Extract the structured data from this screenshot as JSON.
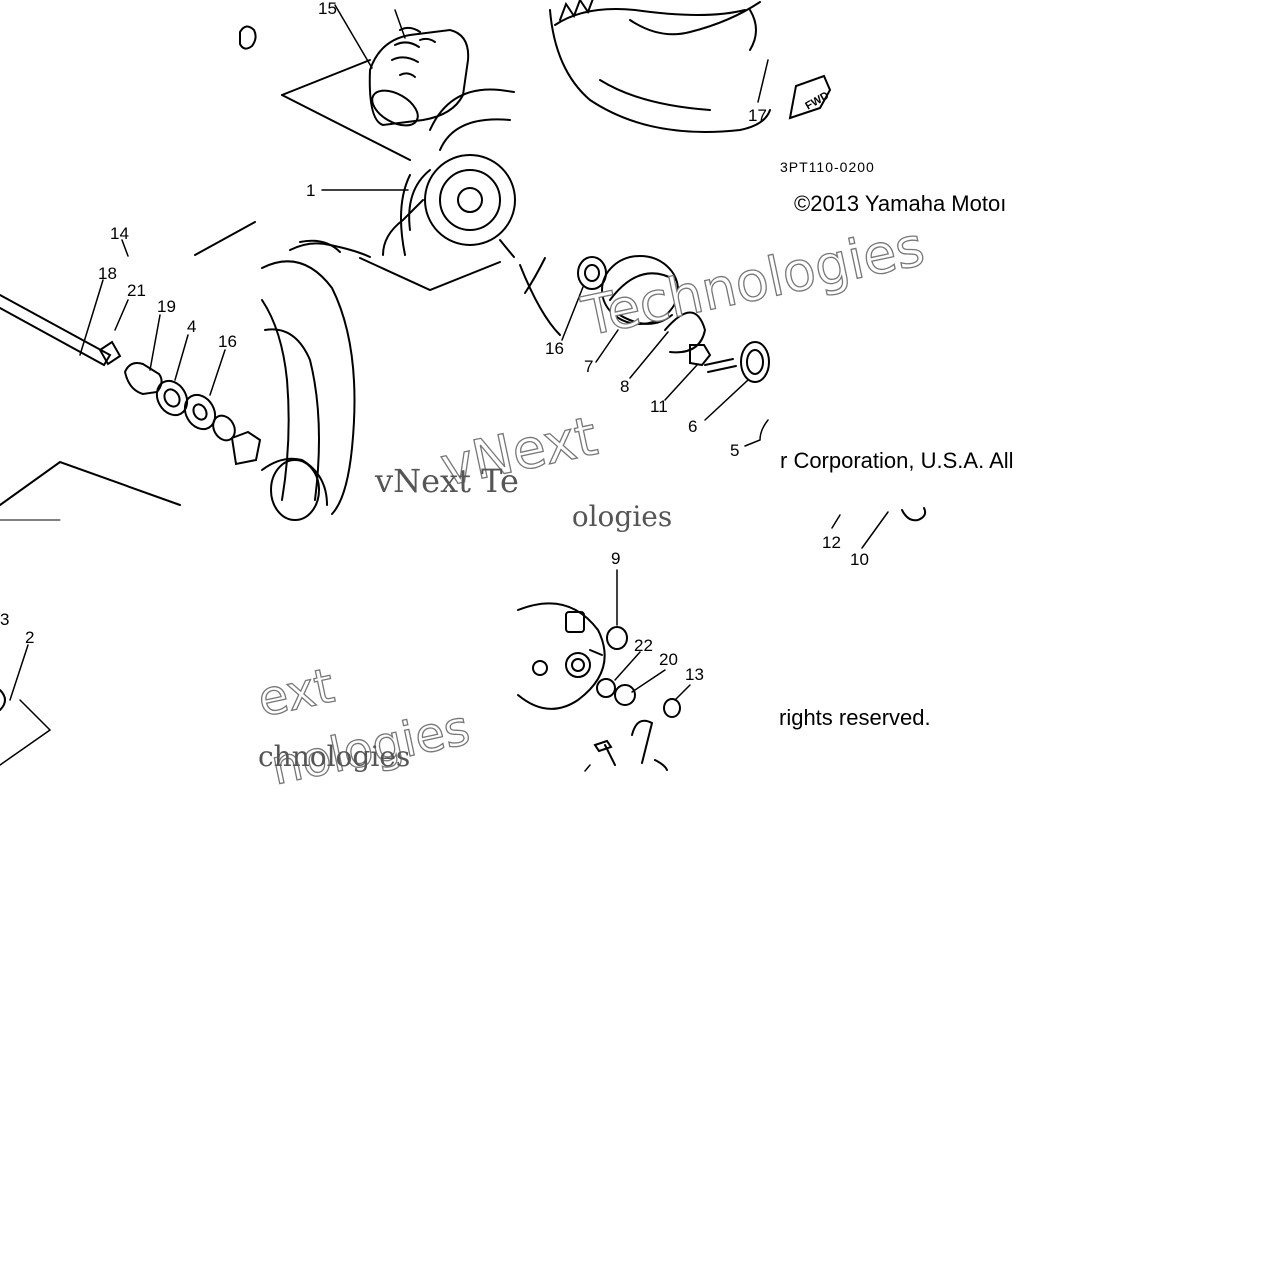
{
  "diagram": {
    "copyright_line1": "©2013 Yamaha Motoı",
    "copyright_line2": "r Corporation, U.S.A. All",
    "copyright_line3": "rights reserved.",
    "drawing_code": "3PT110-0200",
    "fwd_label": "FWD",
    "callouts": [
      "15",
      "17",
      "1",
      "14",
      "18",
      "21",
      "19",
      "4",
      "16",
      "16",
      "7",
      "8",
      "11",
      "6",
      "5",
      "12",
      "10",
      "9",
      "22",
      "20",
      "13",
      "3",
      "2"
    ],
    "watermarks": {
      "a": "Technologies",
      "b": "vNext",
      "c": "vNext Te",
      "d": "chnologies",
      "e": "ext",
      "f": "nologies",
      "g": "chnologies"
    }
  }
}
